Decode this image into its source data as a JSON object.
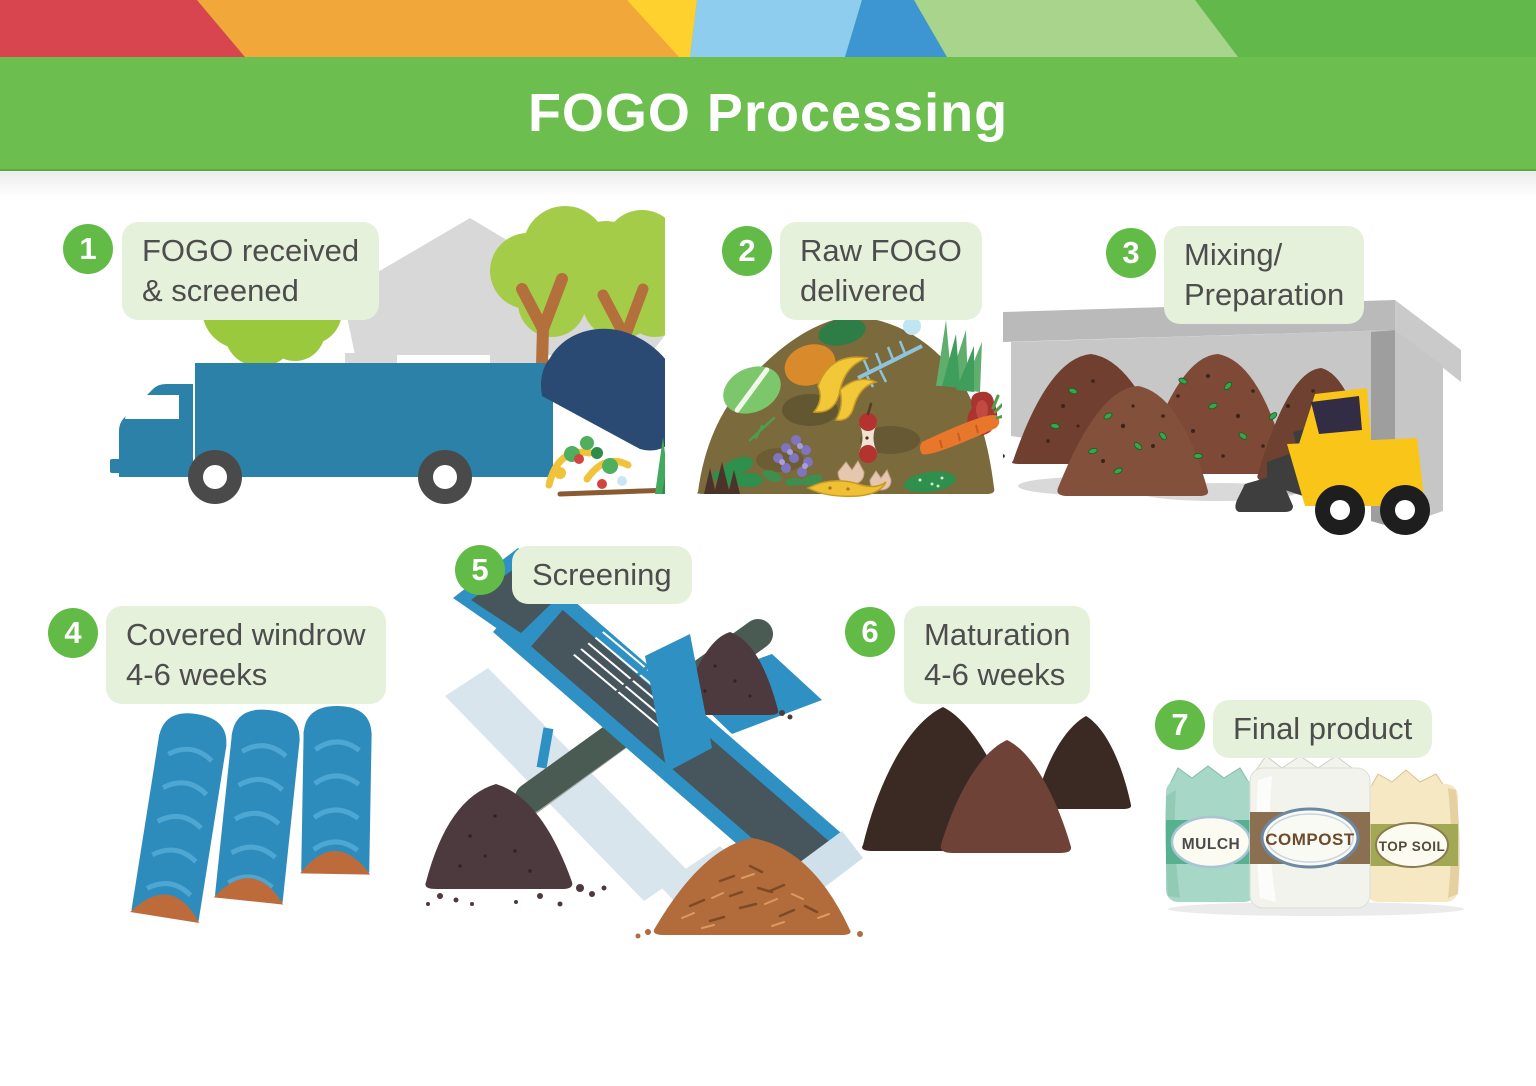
{
  "header": {
    "title": "FOGO Processing"
  },
  "banner": {
    "colors": [
      "#D8454F",
      "#F2A73B",
      "#FFD12E",
      "#8FCDEE",
      "#3D96D2",
      "#A8D48C",
      "#62B84A"
    ]
  },
  "steps": [
    {
      "number": "1",
      "lines": [
        "FOGO received",
        "& screened"
      ]
    },
    {
      "number": "2",
      "lines": [
        "Raw FOGO",
        "delivered"
      ]
    },
    {
      "number": "3",
      "lines": [
        "Mixing/",
        "Preparation"
      ]
    },
    {
      "number": "4",
      "lines": [
        "Covered windrow",
        "4-6 weeks"
      ]
    },
    {
      "number": "5",
      "lines": [
        "Screening"
      ]
    },
    {
      "number": "6",
      "lines": [
        "Maturation",
        "4-6 weeks"
      ]
    },
    {
      "number": "7",
      "lines": [
        "Final product"
      ]
    }
  ],
  "products": {
    "bags": [
      {
        "label": "MULCH"
      },
      {
        "label": "COMPOST"
      },
      {
        "label": "TOP SOIL"
      }
    ]
  },
  "colors": {
    "header_green": "#6CBE4E",
    "badge_green": "#62BB46",
    "pill_bg": "#E6F1DB",
    "pill_text": "#4D4D4D",
    "title_text": "#FFFFFF",
    "truck_blue": "#2C81A9",
    "tarp_navy": "#2A4A73",
    "machine_blue": "#2E90C3",
    "windrow_blue": "#2E8CBD",
    "windrow_end_brown": "#BE6B3C",
    "compost_brown": "#7E4A37",
    "maturation_dark": "#3A2A23",
    "maturation_red": "#6F4238",
    "mulch_brown": "#B26B3B",
    "loader_yellow": "#F9C519",
    "shed_gray": "#C7C7C7"
  }
}
